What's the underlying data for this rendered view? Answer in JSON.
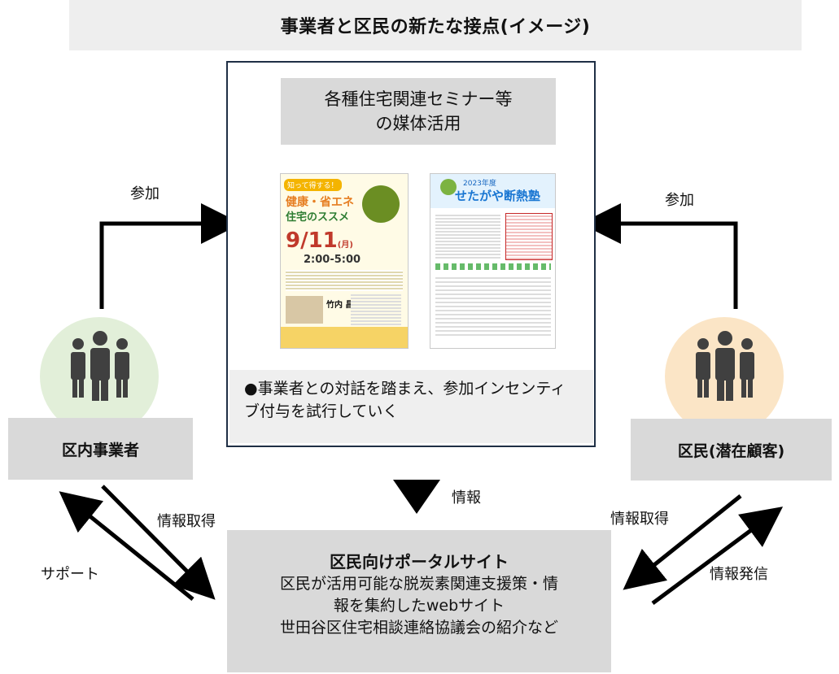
{
  "title": "事業者と区民の新たな接点(イメージ)",
  "center": {
    "seminar_label": "各種住宅関連セミナー等\nの媒体活用",
    "note": "●事業者との対話を踏まえ、参加インセンティブ付与を試行していく",
    "flyer_left": {
      "tag": "知って得する！",
      "headline": "健康・省エネ",
      "subheadline": "住宅のススメ",
      "date": "9/11",
      "weekday": "(月)",
      "time": "2:00-5:00",
      "speaker": "竹内 昌義"
    },
    "flyer_right": {
      "year": "2023年度",
      "headline": "せたがや断熱塾"
    }
  },
  "left_actor": {
    "label": "区内事業者",
    "participate_label": "参加",
    "info_get_label": "情報取得",
    "support_label": "サポート",
    "icon": "people-group-icon",
    "circle_color": "#e2efd9"
  },
  "right_actor": {
    "label": "区民(潜在顧客)",
    "participate_label": "参加",
    "info_get_label": "情報取得",
    "info_send_label": "情報発信",
    "icon": "people-group-icon",
    "circle_color": "#fbe5c6"
  },
  "info_label": "情報",
  "portal": {
    "title": "区民向けポータルサイト",
    "line1": "区民が活用可能な脱炭素関連支援策・情",
    "line2": "報を集約したwebサイト",
    "line3": "世田谷区住宅相談連絡協議会の紹介など"
  },
  "colors": {
    "frame_border": "#1f2f45",
    "box_gray": "#d9d9d9",
    "icon_dark": "#404040"
  }
}
